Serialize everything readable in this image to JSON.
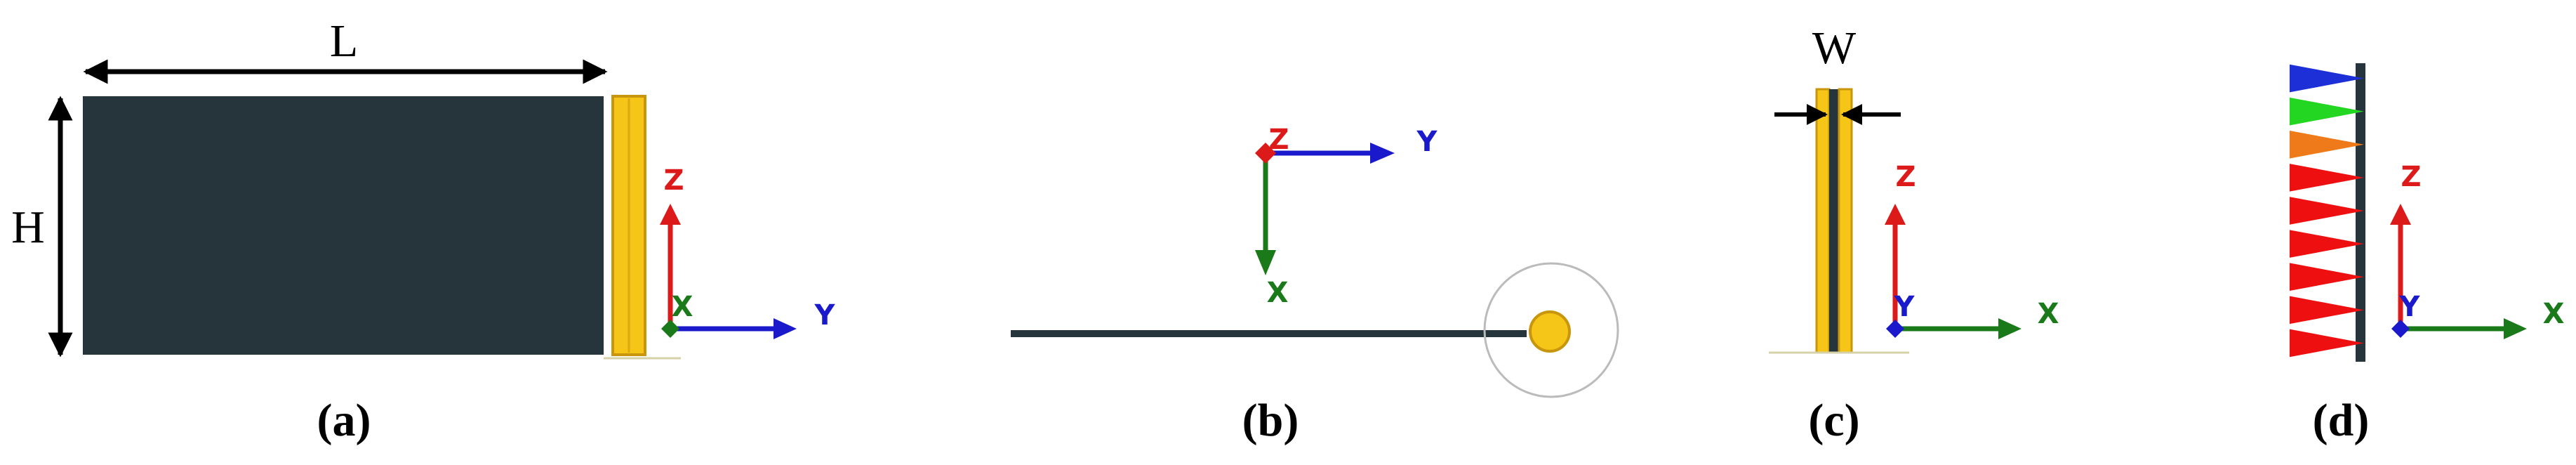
{
  "colors": {
    "plate": "#26353c",
    "foil": "#f5c518",
    "foil_edge": "#c8960c",
    "axis_x": "#1a7a1a",
    "axis_y": "#1a1acc",
    "axis_z": "#dd1a1a",
    "ground": "#d6d2a8",
    "circle_ring": "#bbbbbb",
    "load_blue": "#1d2fd6",
    "load_green": "#22d622",
    "load_orange": "#ee7a1a",
    "load_red": "#ee1010"
  },
  "panels": {
    "a": {
      "caption": "(a)",
      "length_label": "L",
      "height_label": "H",
      "axes": {
        "z": "Z",
        "x": "X",
        "y": "Y"
      }
    },
    "b": {
      "caption": "(b)",
      "axes": {
        "z": "Z",
        "x": "X",
        "y": "Y"
      }
    },
    "c": {
      "caption": "(c)",
      "width_label": "W",
      "axes": {
        "z": "Z",
        "y": "Y",
        "x": "X"
      }
    },
    "d": {
      "caption": "(d)",
      "axes": {
        "z": "Z",
        "y": "Y",
        "x": "X"
      },
      "load_levels": [
        "blue",
        "green",
        "orange",
        "red",
        "red",
        "red",
        "red",
        "red",
        "red"
      ]
    }
  }
}
